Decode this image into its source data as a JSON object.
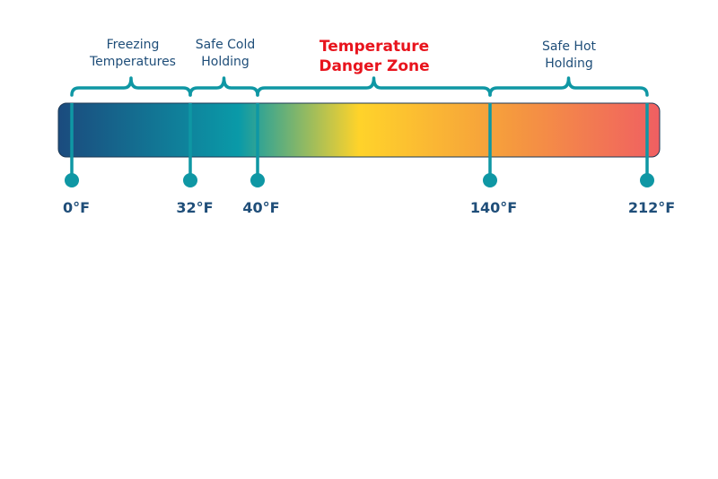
{
  "colors": {
    "label_text": "#1f4e79",
    "danger_text": "#e8141d",
    "marker": "#0f97a4",
    "gradient": [
      "#1b4b7e",
      "#0a9aa8",
      "#ffd32a",
      "#f59a3e",
      "#f05f62"
    ]
  },
  "zones": [
    {
      "id": "freezing",
      "label": "Freezing\nTemperatures",
      "from": 0,
      "to": 32
    },
    {
      "id": "safe-cold",
      "label": "Safe Cold\nHolding",
      "from": 32,
      "to": 40
    },
    {
      "id": "danger",
      "label": "Temperature\nDanger Zone",
      "from": 40,
      "to": 140
    },
    {
      "id": "safe-hot",
      "label": "Safe Hot\nHolding",
      "from": 140,
      "to": 212
    }
  ],
  "ticks": [
    {
      "value": 0,
      "label": "0°F"
    },
    {
      "value": 32,
      "label": "32°F"
    },
    {
      "value": 40,
      "label": "40°F"
    },
    {
      "value": 140,
      "label": "140°F"
    },
    {
      "value": 212,
      "label": "212°F"
    }
  ]
}
